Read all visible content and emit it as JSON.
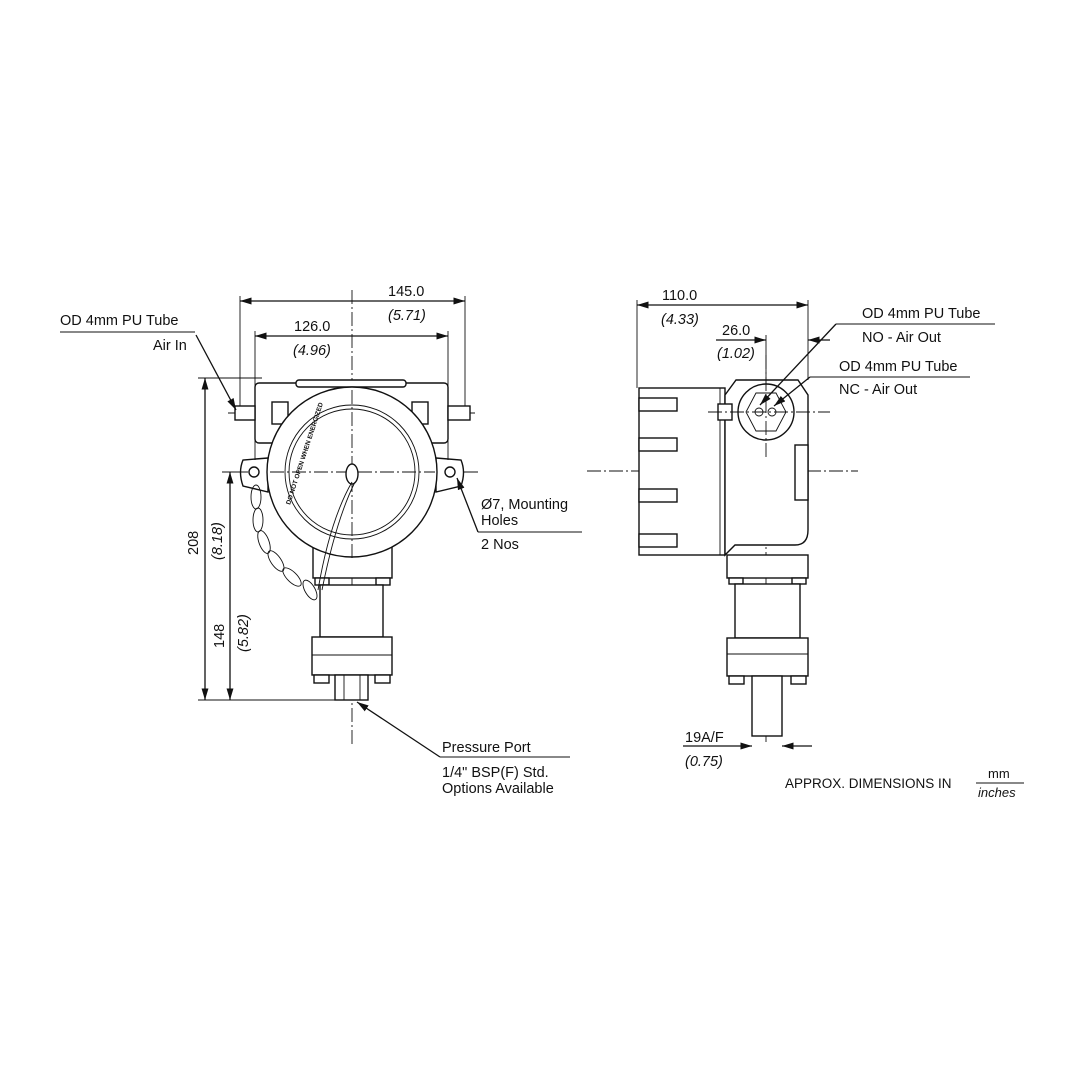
{
  "front_view": {
    "overall_width": {
      "mm": "145.0",
      "in": "(5.71)"
    },
    "mounting_width": {
      "mm": "126.0",
      "in": "(4.96)"
    },
    "overall_height": {
      "mm": "208",
      "in": "(8.18)"
    },
    "mounting_height": {
      "mm": "148",
      "in": "(5.82)"
    },
    "air_in_label": {
      "line1": "OD 4mm PU Tube",
      "line2": "Air In"
    },
    "mounting_holes_label": {
      "line1": "Ø7, Mounting",
      "line2": "Holes",
      "line3": "2 Nos"
    },
    "pressure_port_label": {
      "line1": "Pressure Port",
      "line2": "1/4\" BSP(F) Std.",
      "line3": "Options Available"
    },
    "cover_warning": "DO NOT OPEN WHEN ENERGIZED"
  },
  "side_view": {
    "overall_depth": {
      "mm": "110.0",
      "in": "(4.33)"
    },
    "fitting_offset": {
      "mm": "26.0",
      "in": "(1.02)"
    },
    "no_label": {
      "line1": "OD 4mm PU Tube",
      "line2": "NO - Air Out"
    },
    "nc_label": {
      "line1": "OD 4mm PU Tube",
      "line2": "NC - Air Out"
    },
    "hex_size": {
      "mm": "19A/F",
      "in": "(0.75)"
    }
  },
  "units_note": {
    "prefix": "APPROX. DIMENSIONS IN",
    "numerator": "mm",
    "denominator": "inches"
  }
}
